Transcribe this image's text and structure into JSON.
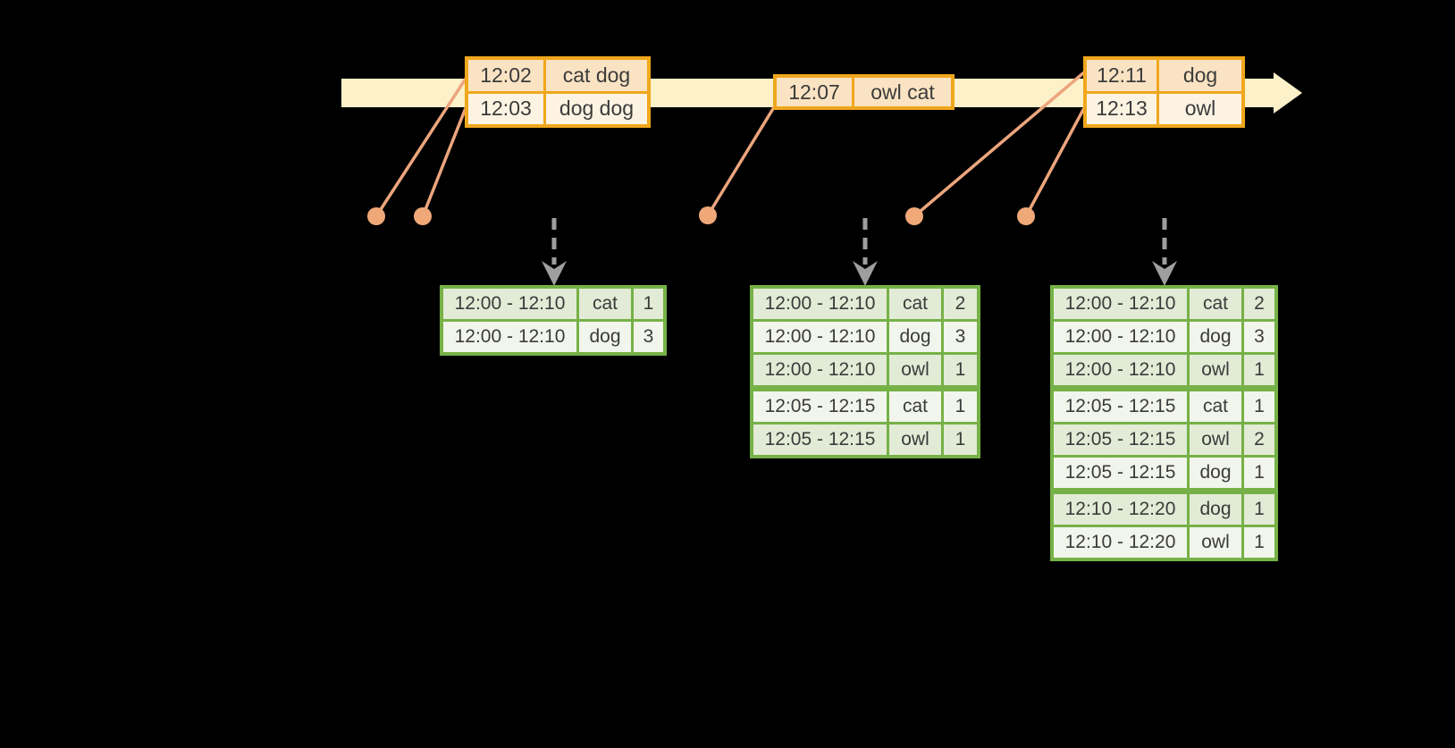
{
  "colors": {
    "background": "#000000",
    "timeline_fill": "#FCF1C9",
    "event_table_border": "#F0A71C",
    "event_row_peach": "#FAE3C3",
    "event_row_cream": "#FDF3E3",
    "connector_line": "#ECA57D",
    "connector_dot": "#F0A878",
    "dashed_arrow": "#9E9E9E",
    "result_table_border": "#76B147",
    "result_row_green": "#E2EBD5",
    "result_row_light": "#F1F5EB",
    "text": "#3B3B3B"
  },
  "events": [
    {
      "rows": [
        {
          "time": "12:02",
          "words": "cat dog"
        },
        {
          "time": "12:03",
          "words": "dog dog"
        }
      ]
    },
    {
      "rows": [
        {
          "time": "12:07",
          "words": "owl cat"
        }
      ]
    },
    {
      "rows": [
        {
          "time": "12:11",
          "words": "dog"
        },
        {
          "time": "12:13",
          "words": "owl"
        }
      ]
    }
  ],
  "results": [
    {
      "groups": [
        {
          "rows": [
            {
              "window": "12:00 - 12:10",
              "word": "cat",
              "count": "1"
            },
            {
              "window": "12:00 - 12:10",
              "word": "dog",
              "count": "3"
            }
          ]
        }
      ]
    },
    {
      "groups": [
        {
          "rows": [
            {
              "window": "12:00 - 12:10",
              "word": "cat",
              "count": "2"
            },
            {
              "window": "12:00 - 12:10",
              "word": "dog",
              "count": "3"
            },
            {
              "window": "12:00 - 12:10",
              "word": "owl",
              "count": "1"
            }
          ]
        },
        {
          "rows": [
            {
              "window": "12:05 - 12:15",
              "word": "cat",
              "count": "1"
            },
            {
              "window": "12:05 - 12:15",
              "word": "owl",
              "count": "1"
            }
          ]
        }
      ]
    },
    {
      "groups": [
        {
          "rows": [
            {
              "window": "12:00 - 12:10",
              "word": "cat",
              "count": "2"
            },
            {
              "window": "12:00 - 12:10",
              "word": "dog",
              "count": "3"
            },
            {
              "window": "12:00 - 12:10",
              "word": "owl",
              "count": "1"
            }
          ]
        },
        {
          "rows": [
            {
              "window": "12:05 - 12:15",
              "word": "cat",
              "count": "1"
            },
            {
              "window": "12:05 - 12:15",
              "word": "owl",
              "count": "2"
            },
            {
              "window": "12:05 - 12:15",
              "word": "dog",
              "count": "1"
            }
          ]
        },
        {
          "rows": [
            {
              "window": "12:10 - 12:20",
              "word": "dog",
              "count": "1"
            },
            {
              "window": "12:10 - 12:20",
              "word": "owl",
              "count": "1"
            }
          ]
        }
      ]
    }
  ]
}
